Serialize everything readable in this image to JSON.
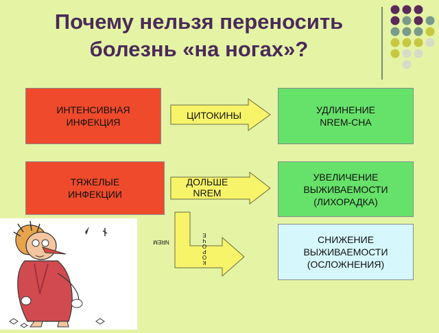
{
  "title": "Почему нельзя переносить\nболезнь «на ногах»?",
  "colors": {
    "background": "#e4f4a4",
    "title": "#4a2a5a",
    "red_box": "#ef4a2c",
    "green_box": "#66e26a",
    "cyan_box": "#d6f8fc",
    "arrow_fill": "#f8f46a",
    "dot_purple": "#5a2a5a",
    "dot_gray": "#7a9a8a",
    "dot_yellow": "#c8c840",
    "dot_light": "#d6dcc8"
  },
  "causes": [
    {
      "label": "ИНТЕНСИВНАЯ\nИНФЕКЦИЯ"
    },
    {
      "label": "ТЯЖЕЛЫЕ\nИНФЕКЦИИ"
    }
  ],
  "arrows": [
    {
      "label": "ЦИТОКИНЫ"
    },
    {
      "label": "ДОЛЬШЕ\nNREM"
    },
    {
      "label_a": "К\nО\nР\nО\nЧ\nЕ",
      "label_b": "NREM"
    }
  ],
  "effects": [
    {
      "label": "УДЛИНЕНИЕ\nNREM-СНА"
    },
    {
      "label": "УВЕЛИЧЕНИЕ\nВЫЖИВАЕМОСТИ\n(ЛИХОРАДКА)"
    },
    {
      "label": "СНИЖЕНИЕ\nВЫЖИВАЕМОСТИ\n(ОСЛОЖНЕНИЯ)"
    }
  ],
  "illustration": {
    "icon": "sick-person-cartoon"
  }
}
